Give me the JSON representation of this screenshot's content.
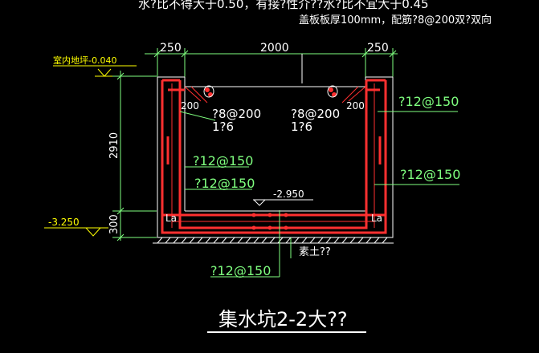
{
  "notes": {
    "top_line_1": "水?比不得大于0.50，有接?性介??水?比不宜大于0.45",
    "top_line_2": "盖板板厚100mm，配筋?8@200双?双向"
  },
  "dims": {
    "left_width": "250",
    "mid_width": "2000",
    "right_width": "250",
    "height_upper": "2910",
    "height_lower": "300"
  },
  "elevations": {
    "floor": "室内地坪-0.040",
    "pit_bottom": "-2.950",
    "base": "-3.250"
  },
  "rebar": {
    "top_left_stirrup": "?8@200",
    "top_left_ratio": "1?6",
    "top_right_stirrup": "?8@200",
    "top_right_ratio": "1?6",
    "corner_left": "200",
    "corner_right": "200",
    "right_wall_upper": "?12@150",
    "right_wall_lower": "?12@150",
    "left_wall_1": "?12@150",
    "left_wall_2": "?12@150",
    "base_slab": "?12@150",
    "anchor_left": "La",
    "anchor_right": "La"
  },
  "labels": {
    "subgrade": "素土??"
  },
  "title": "集水坑2-2大??",
  "colors": {
    "background": "#000000",
    "outline": "#ffffff",
    "rebar": "#ff3030",
    "dimension": "#7fff7f",
    "level": "#ffff00"
  }
}
